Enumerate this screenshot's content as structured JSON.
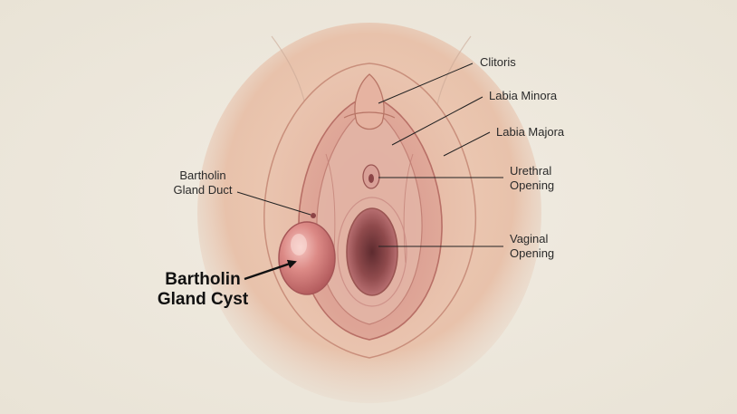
{
  "labels": {
    "clitoris": "Clitoris",
    "labia_minora": "Labia Minora",
    "labia_majora": "Labia Majora",
    "urethral_line1": "Urethral",
    "urethral_line2": "Opening",
    "vaginal_line1": "Vaginal",
    "vaginal_line2": "Opening",
    "duct_line1": "Bartholin",
    "duct_line2": "Gland Duct",
    "cyst_line1": "Bartholin",
    "cyst_line2": "Gland Cyst"
  },
  "colors": {
    "background": "#ece6da",
    "skin": "#e8c4ae",
    "skin_dark": "#d29b86",
    "tissue": "#c98477",
    "cyst": "#d98582",
    "leader_line": "#222222"
  }
}
